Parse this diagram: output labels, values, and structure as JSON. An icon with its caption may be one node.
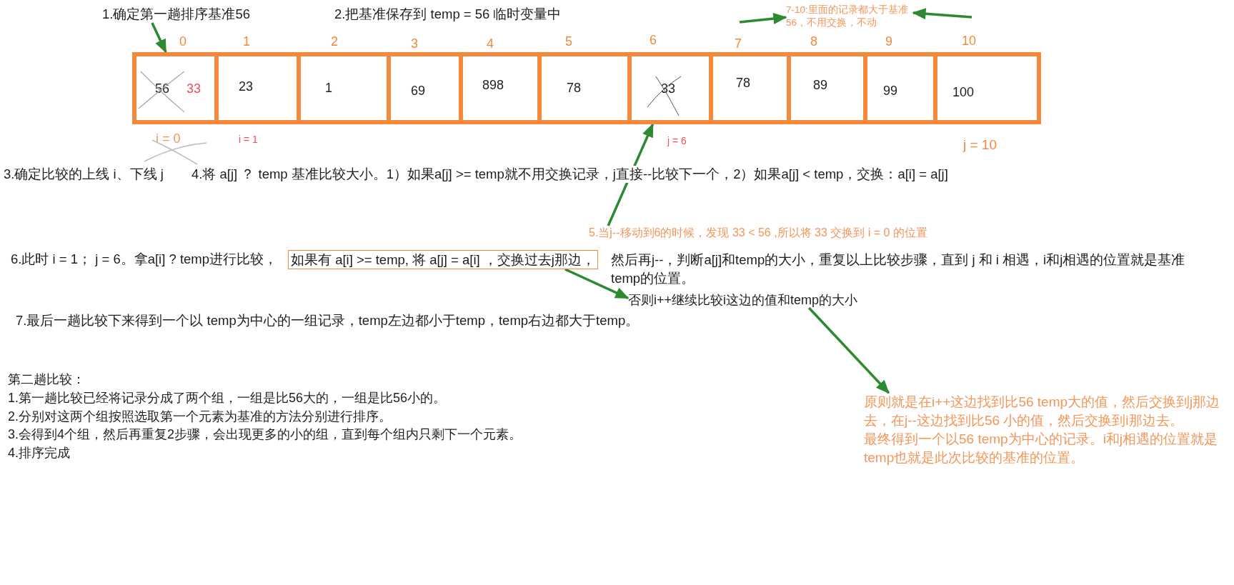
{
  "diagram": {
    "nodes": [
      {
        "text": [
          "1.确定第一趟排序基准56"
        ]
      },
      {
        "text": [
          "7-10:里面的记录都大于基准56，不用交换，不动"
        ]
      },
      {
        "text": [
          "56",
          "33"
        ],
        "beside": [
          "0",
          "i = 0"
        ]
      },
      {
        "text": [
          "23"
        ],
        "beside": [
          "1",
          "i = 1"
        ]
      },
      {
        "text": [
          "1"
        ],
        "beside": [
          "2"
        ]
      },
      {
        "text": [
          "69"
        ],
        "beside": [
          "3"
        ]
      },
      {
        "text": [
          "898"
        ],
        "beside": [
          "4"
        ]
      },
      {
        "text": [
          "78"
        ],
        "beside": [
          "5"
        ]
      },
      {
        "text": [
          "33"
        ],
        "beside": [
          "6",
          "j = 6"
        ]
      },
      {
        "text": [
          "78"
        ],
        "beside": [
          "7"
        ]
      },
      {
        "text": [
          "89"
        ],
        "beside": [
          "8"
        ]
      },
      {
        "text": [
          "99"
        ],
        "beside": [
          "9"
        ]
      },
      {
        "text": [
          "100"
        ],
        "beside": [
          "10",
          "j = 10"
        ]
      },
      {
        "text": [
          "5.当j--移动到6的时候，发现 33 < 56 ,所以将 33 交换到 i = 0 的位置"
        ]
      },
      {
        "text": [
          "如果有 a[i] >= temp, 将 a[j] = a[i] ，交换过去j那边，"
        ]
      },
      {
        "text": [
          "否则i++继续比较i这边的值和temp的大小"
        ]
      },
      {
        "text": [
          "原则就是在i++这边找到比56 temp大的值，然后交换到j那边去，在j--这边找到比56 小的值，然后交换到i那边去。",
          "最终得到一个以56 temp为中心的记录。i和j相遇的位置就是temp也就是此次比较的基准的位置。"
        ]
      }
    ],
    "edges": [
      {
        "from": 0,
        "to": 2,
        "arrow": "to"
      },
      {
        "from": null,
        "to": 1,
        "arrow": "to"
      },
      {
        "from": null,
        "to": 1,
        "arrow": "to"
      },
      {
        "from": 13,
        "to": 8,
        "arrow": "to"
      },
      {
        "from": 14,
        "to": 15,
        "arrow": "to"
      },
      {
        "from": 15,
        "to": 16,
        "arrow": "to"
      }
    ],
    "labels": [
      "2.把基准保存到 temp = 56 临时变量中",
      "3.确定比较的上线 i、下线 j",
      "4.将 a[j] ？ temp 基准比较大小。1）如果a[j] >= temp就不用交换记录，j直接--比较下一个，2）如果a[j] < temp，交换：a[i] = a[j]",
      "6.此时 i = 1； j = 6。拿a[i] ? temp进行比较，",
      "然后再j--，判断a[j]和temp的大小，重复以上比较步骤，直到 j 和 i 相遇，i和j相遇的位置就是基准temp的位置。",
      "7.最后一趟比较下来得到一个以 temp为中心的一组记录，temp左边都小于temp，temp右边都大于temp。",
      "第二趟比较：",
      "1.第一趟比较已经将记录分成了两个组，一组是比56大的，一组是比56小的。",
      "2.分别对这两个组按照选取第一个元素为基准的方法分别进行排序。",
      "3.会得到4个组，然后再重复2步骤，会出现更多的小的组，直到每个组内只剩下一个元素。",
      "4.排序完成"
    ]
  }
}
